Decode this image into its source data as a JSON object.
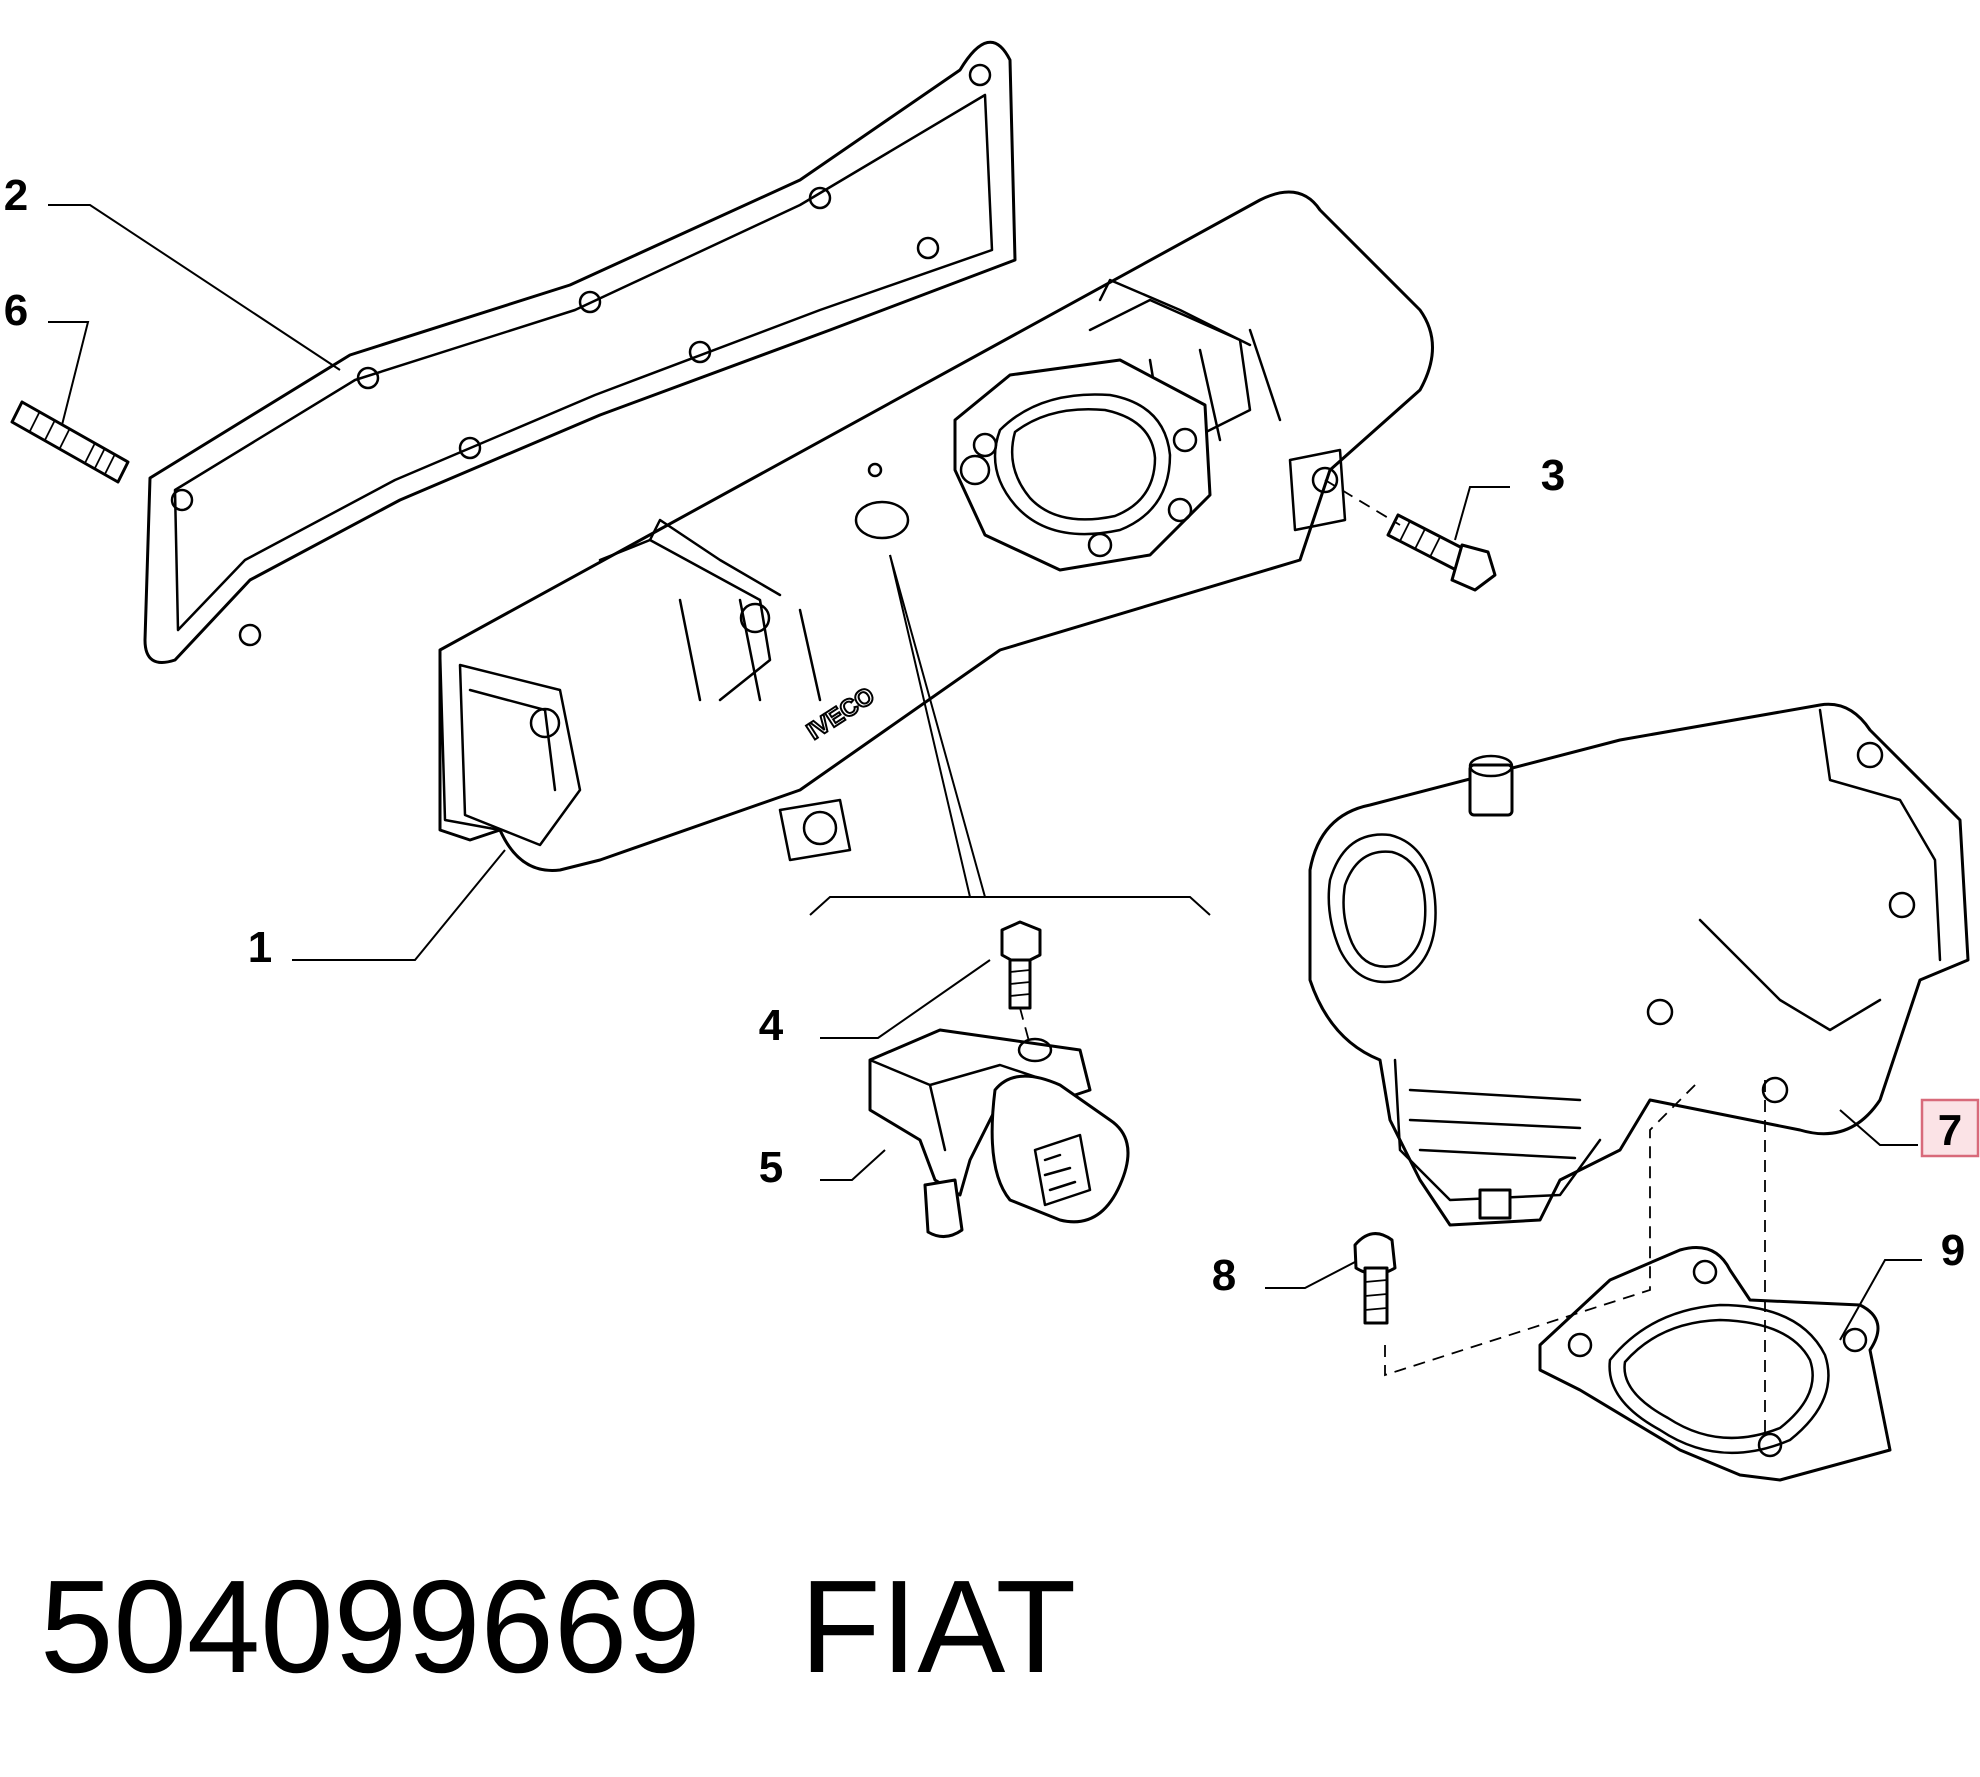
{
  "callouts": {
    "p1": "1",
    "p2": "2",
    "p3": "3",
    "p4": "4",
    "p5": "5",
    "p6": "6",
    "p7": "7",
    "p8": "8",
    "p9": "9"
  },
  "highlighted_callout": "7",
  "highlight_color": "#fbe3e6",
  "highlight_border_color": "#d86a7a",
  "brand_mark": "IVECO",
  "footer": {
    "part_number": "504099669",
    "brand": "FIAT"
  }
}
